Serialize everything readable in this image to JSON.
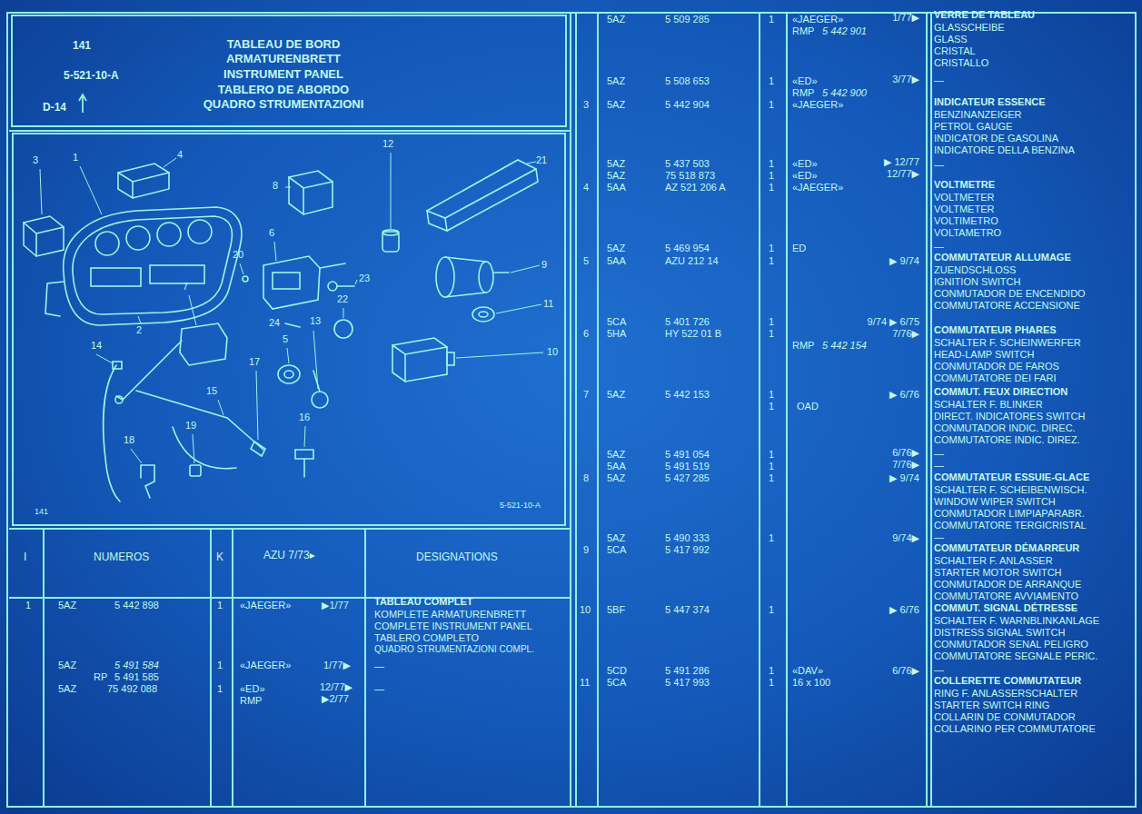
{
  "diagram": {
    "nodes": [
      {
        "text": [
          "141",
          "5-521-10-A",
          "D-14",
          "TABLEAU DE BORD",
          "ARMATURENBRETT",
          "INSTRUMENT PANEL",
          "TABLERO DE ABORDO",
          "QUADRO STRUMENTAZIONI"
        ]
      }
    ],
    "labels": [
      "3",
      "1",
      "4",
      "12",
      "21",
      "8",
      "6",
      "9",
      "20",
      "23",
      "22",
      "11",
      "7",
      "2",
      "14",
      "24",
      "5",
      "13",
      "10",
      "17",
      "15",
      "16",
      "19",
      "18",
      "141",
      "5-521-10-A",
      "I",
      "NUMEROS",
      "K",
      "AZU 7/73▸",
      "DESIGNATIONS",
      "1",
      "5AZ",
      "5 442 898",
      "1",
      "«JAEGER»",
      "▶1/77",
      "TABLEAU COMPLET",
      "KOMPLETE ARMATURENBRETT",
      "COMPLETE INSTRUMENT PANEL",
      "TABLERO COMPLETO",
      "QUADRO STRUMENTAZIONI COMPL.",
      "5AZ",
      "5 491 584",
      "RP",
      "5 491 585",
      "5AZ",
      "75 492 088",
      "1",
      "1",
      "«JAEGER»",
      "1/77▶",
      "«ED»",
      "12/77▶",
      "RMP",
      "▶2/77",
      "—",
      "—",
      "5AZ",
      "5 509 285",
      "1",
      "«JAEGER»",
      "1/77▶",
      "RMP",
      "5 442 901",
      "VERRE DE TABLEAU",
      "GLASSCHEIBE",
      "GLASS",
      "CRISTAL",
      "CRISTALLO",
      "5AZ",
      "5 508 653",
      "1",
      "«ED»",
      "3/77▶",
      "RMP",
      "5 442 900",
      "—",
      "3",
      "5AZ",
      "5 442 904",
      "1",
      "«JAEGER»",
      "INDICATEUR ESSENCE",
      "BENZINANZEIGER",
      "PETROL GAUGE",
      "INDICATOR DE GASOLINA",
      "INDICATORE DELLA BENZINA",
      "5AZ",
      "5 437 503",
      "1",
      "«ED»",
      "▶ 12/77",
      "5AZ",
      "75 518 873",
      "1",
      "«ED»",
      "12/77▶",
      "4",
      "5AA",
      "AZ 521 206 A",
      "1",
      "«JAEGER»",
      "—",
      "VOLTMETRE",
      "VOLTMETER",
      "VOLTMETER",
      "VOLTIMETRO",
      "VOLTAMETRO",
      "—",
      "5AZ",
      "5 469 954",
      "1",
      "ED",
      "5",
      "5AA",
      "AZU 212 14",
      "1",
      "▶ 9/74",
      "COMMUTATEUR ALLUMAGE",
      "ZUENDSCHLOSS",
      "IGNITION SWITCH",
      "CONMUTADOR DE ENCENDIDO",
      "COMMUTATORE ACCENSIONE",
      "5CA",
      "5 401 726",
      "1",
      "9/74 ▶ 6/75",
      "6",
      "5HA",
      "HY 522 01 B",
      "1",
      "7/76▶",
      "RMP",
      "5 442 154",
      "COMMUTATEUR PHARES",
      "SCHALTER F. SCHEINWERFER",
      "HEAD-LAMP SWITCH",
      "CONMUTADOR DE FAROS",
      "COMMUTATORE DEI FARI",
      "7",
      "5AZ",
      "5 442 153",
      "1",
      "▶ 6/76",
      "1",
      "OAD",
      "COMMUT. FEUX DIRECTION",
      "SCHALTER F. BLINKER",
      "DIRECT. INDICATORES SWITCH",
      "CONMUTADOR INDIC. DIREC.",
      "COMMUTATORE INDIC. DIREZ.",
      "5AZ",
      "5 491 054",
      "1",
      "6/76▶",
      "5AA",
      "5 491 519",
      "1",
      "7/76▶",
      "8",
      "5AZ",
      "5 427 285",
      "1",
      "▶ 9/74",
      "—",
      "—",
      "COMMUTATEUR ESSUIE-GLACE",
      "SCHALTER F. SCHEIBENWISCH.",
      "WINDOW WIPER SWITCH",
      "CONMUTADOR LIMPIAPARABR.",
      "COMMUTATORE TERGICRISTAL",
      "5AZ",
      "5 490 333",
      "1",
      "9/74▶",
      "9",
      "5CA",
      "5 417 992",
      "—",
      "COMMUTATEUR DÉMARREUR",
      "SCHALTER F. ANLASSER",
      "STARTER MOTOR SWITCH",
      "CONMUTADOR DE ARRANQUE",
      "COMMUTATORE AVVIAMENTO",
      "10",
      "5BF",
      "5 447 374",
      "1",
      "▶ 6/76",
      "COMMUT. SIGNAL DÉTRESSE",
      "SCHALTER F. WARNBLINKANLAGE",
      "DISTRESS SIGNAL SWITCH",
      "CONMUTADOR SENAL PELIGRO",
      "COMMUTATORE SEGNALE PERIC.",
      "5CD",
      "5 491 286",
      "1",
      "«DAV»",
      "6/76▶",
      "11",
      "5CA",
      "5 417 993",
      "1",
      "16 x 100",
      "—",
      "COLLERETTE COMMUTATEUR",
      "RING F. ANLASSERSCHALTER",
      "STARTER SWITCH RING",
      "COLLARIN DE CONMUTADOR",
      "COLLARINO PER COMMUTATORE"
    ]
  }
}
